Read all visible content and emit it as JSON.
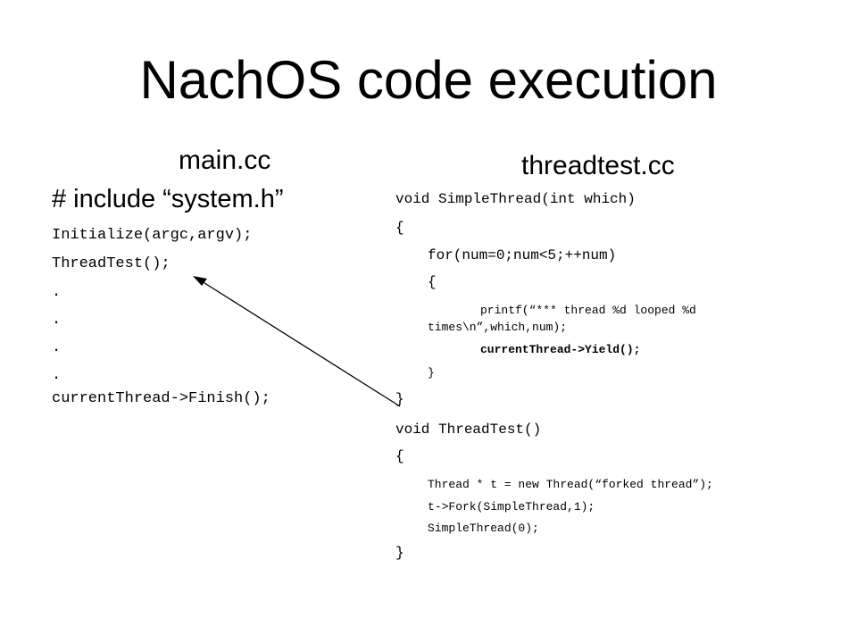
{
  "slide": {
    "title": "NachOS code execution",
    "main": {
      "heading": "main.cc",
      "include": "# include “system.h”",
      "lines": [
        "Initialize(argc,argv);",
        "ThreadTest();",
        ".",
        ".",
        ".",
        ".",
        "currentThread->Finish();"
      ]
    },
    "threadtest": {
      "heading": "threadtest.cc",
      "lines": [
        "void SimpleThread(int which)",
        "{",
        "for(num=0;num<5;++num)",
        "{",
        "printf(“*** thread %d looped %d",
        "times\\n”,which,num);",
        "currentThread->Yield();",
        "}",
        "}",
        "void ThreadTest()",
        "{",
        "Thread * t = new Thread(“forked thread”);",
        "t->Fork(SimpleThread,1);",
        "SimpleThread(0);",
        "}"
      ]
    }
  }
}
